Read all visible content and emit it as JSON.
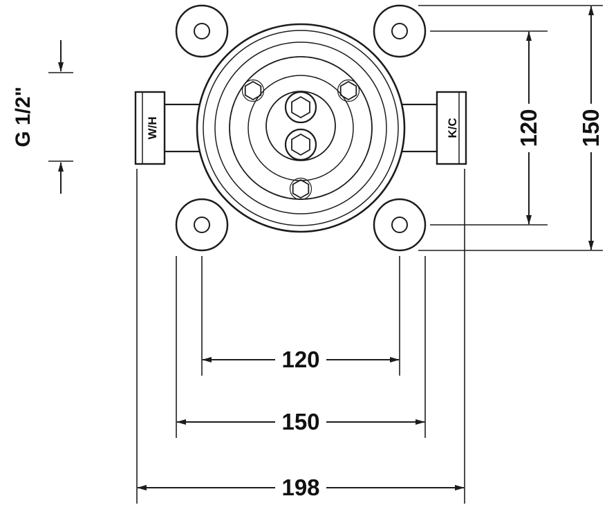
{
  "drawing": {
    "thread_label": "G 1/2\"",
    "ports": {
      "left": "W/H",
      "right": "K/C"
    },
    "dimensions": {
      "vertical_hole_spacing": "120",
      "vertical_overall": "150",
      "horizontal_hole_spacing": "120",
      "horizontal_flange": "150",
      "horizontal_overall": "198"
    },
    "colors": {
      "line": "#1c1c1c",
      "background": "#ffffff"
    }
  }
}
